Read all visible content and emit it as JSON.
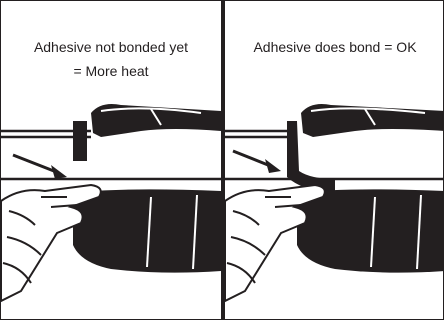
{
  "panels": [
    {
      "caption": [
        "Adhesive not bonded yet",
        "= More heat"
      ],
      "bonded": false
    },
    {
      "caption": [
        "Adhesive does bond = OK"
      ],
      "bonded": true
    }
  ],
  "colors": {
    "ink": "#231f20",
    "paper": "#ffffff"
  },
  "icons": [
    "arrow-icon",
    "gloved-hand-icon",
    "heat-shrink-sleeve-icon",
    "cable-icon"
  ]
}
